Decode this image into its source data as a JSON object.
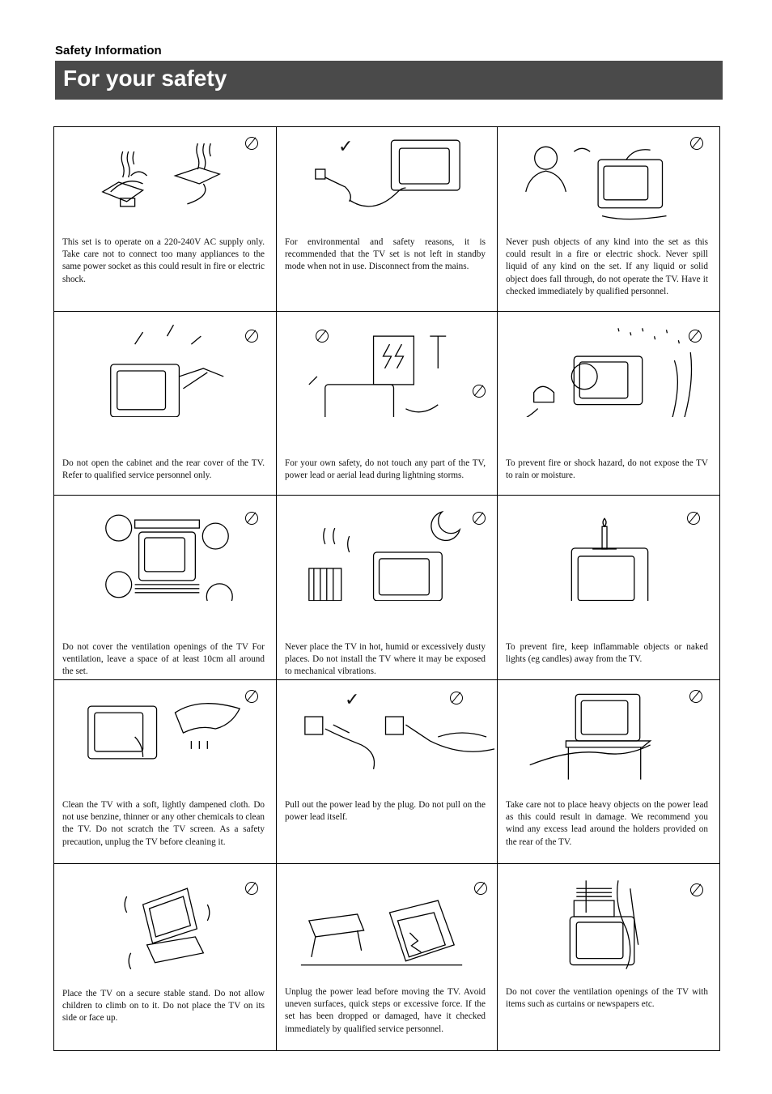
{
  "header": {
    "section": "Safety Information",
    "title": "For your safety"
  },
  "cells": [
    {
      "text": "This set is to operate on a 220-240V AC supply only. Take care not to connect too many appliances to the same power socket as this could result in fire or electric shock.",
      "icon": "prohibit-icon"
    },
    {
      "text": "For environmental and safety reasons, it is recommended that the TV set is not left in standby mode when not in use. Disconnect from the mains.",
      "icon": "checkmark-icon"
    },
    {
      "text": "Never push objects of any kind into the set as this could result in a fire or electric shock. Never spill liquid of any kind on the set. If any liquid or solid object does fall through, do not operate the TV. Have it checked immediately by qualified personnel.",
      "icon": "prohibit-icon"
    },
    {
      "text": "Do not open the cabinet and the rear cover of the TV. Refer to qualified service personnel only.",
      "icon": "prohibit-icon"
    },
    {
      "text": "For your own safety, do not touch any part of the TV, power lead or aerial lead during lightning storms.",
      "icon": "prohibit-icon"
    },
    {
      "text": "To prevent fire or shock hazard, do not expose the TV to rain or moisture.",
      "icon": "prohibit-icon"
    },
    {
      "text": "Do not cover the ventilation openings of the TV For ventilation, leave a space of at least 10cm all around the set.",
      "icon": "prohibit-icon"
    },
    {
      "text": "Never place the TV in hot, humid or excessively dusty places. Do not install the TV where it may be exposed to mechanical vibrations.",
      "icon": "prohibit-icon"
    },
    {
      "text": "To prevent fire, keep inflammable objects or naked lights (eg candles) away from the TV.",
      "icon": "prohibit-icon"
    },
    {
      "text": "Clean the TV with a soft, lightly dampened cloth. Do not use benzine, thinner or any other chemicals to clean the TV. Do not scratch the TV screen. As a safety precaution, unplug the TV before cleaning it.",
      "icon": "prohibit-icon"
    },
    {
      "text": "Pull out the power lead by the plug. Do not pull on the power lead itself.",
      "icon": "prohibit-icon"
    },
    {
      "text": "Take care not to place heavy objects on the power lead as this could result in damage. We recommend you wind any excess lead around the holders provided on the rear of the TV.",
      "icon": "prohibit-icon"
    },
    {
      "text": "Place the TV on a secure stable stand. Do not allow children to climb on to it. Do not place the TV on its side or face up.",
      "icon": "prohibit-icon"
    },
    {
      "text": "Unplug the power lead before moving the TV. Avoid uneven surfaces, quick steps or excessive force. If the set has been dropped or damaged, have it checked immediately by qualified service personnel.",
      "icon": "prohibit-icon"
    },
    {
      "text": "Do not cover the ventilation openings of the TV with items such as curtains or newspapers etc.",
      "icon": "prohibit-icon"
    }
  ]
}
